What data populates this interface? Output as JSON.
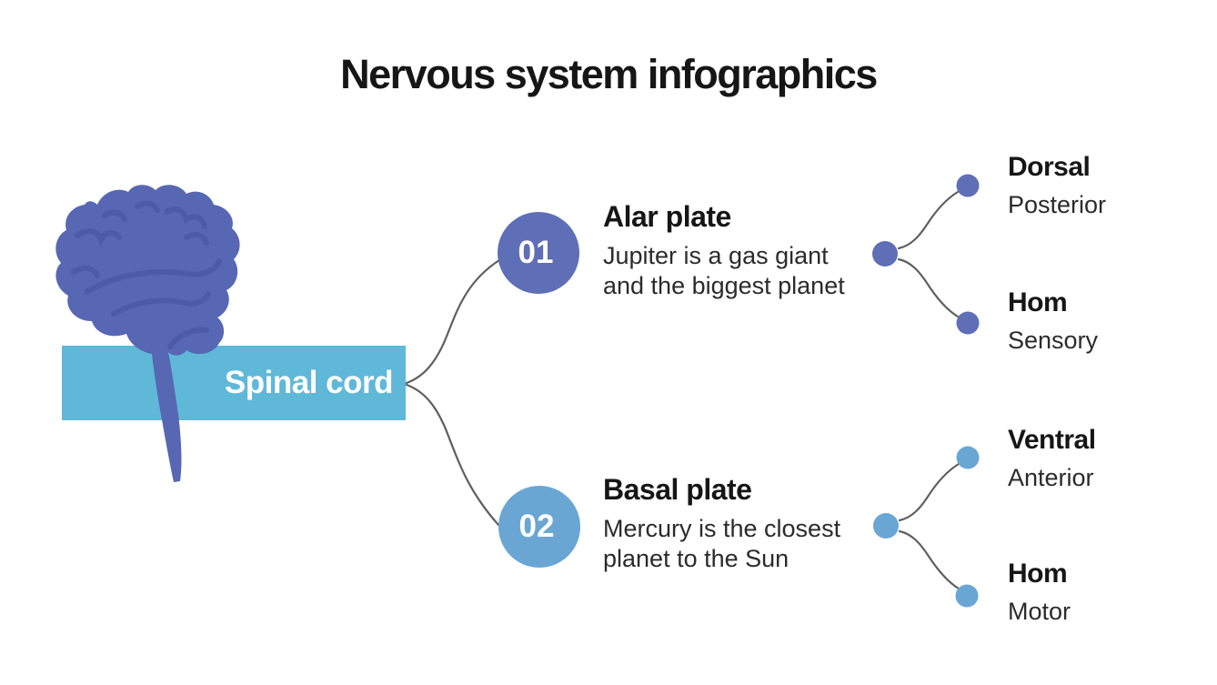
{
  "title": "Nervous system infographics",
  "colors": {
    "node1": "#5e6fb7",
    "node2": "#6aa6d4",
    "banner": "#60b8d8",
    "brain": "#5767b3",
    "brain_detail": "#4c5ba8",
    "connector": "#5f5f5f",
    "heading_text": "#161616",
    "body_text": "#2b2b2b"
  },
  "spinal_cord": {
    "label": "Spinal cord"
  },
  "nodes": [
    {
      "number": "01",
      "title": "Alar plate",
      "description_line1": "Jupiter is a gas giant",
      "description_line2": "and the biggest planet",
      "branches": [
        {
          "title": "Dorsal",
          "subtitle": "Posterior"
        },
        {
          "title": "Hom",
          "subtitle": "Sensory"
        }
      ]
    },
    {
      "number": "02",
      "title": "Basal plate",
      "description_line1": "Mercury is the closest",
      "description_line2": "planet to the Sun",
      "branches": [
        {
          "title": "Ventral",
          "subtitle": "Anterior"
        },
        {
          "title": "Hom",
          "subtitle": "Motor"
        }
      ]
    }
  ]
}
